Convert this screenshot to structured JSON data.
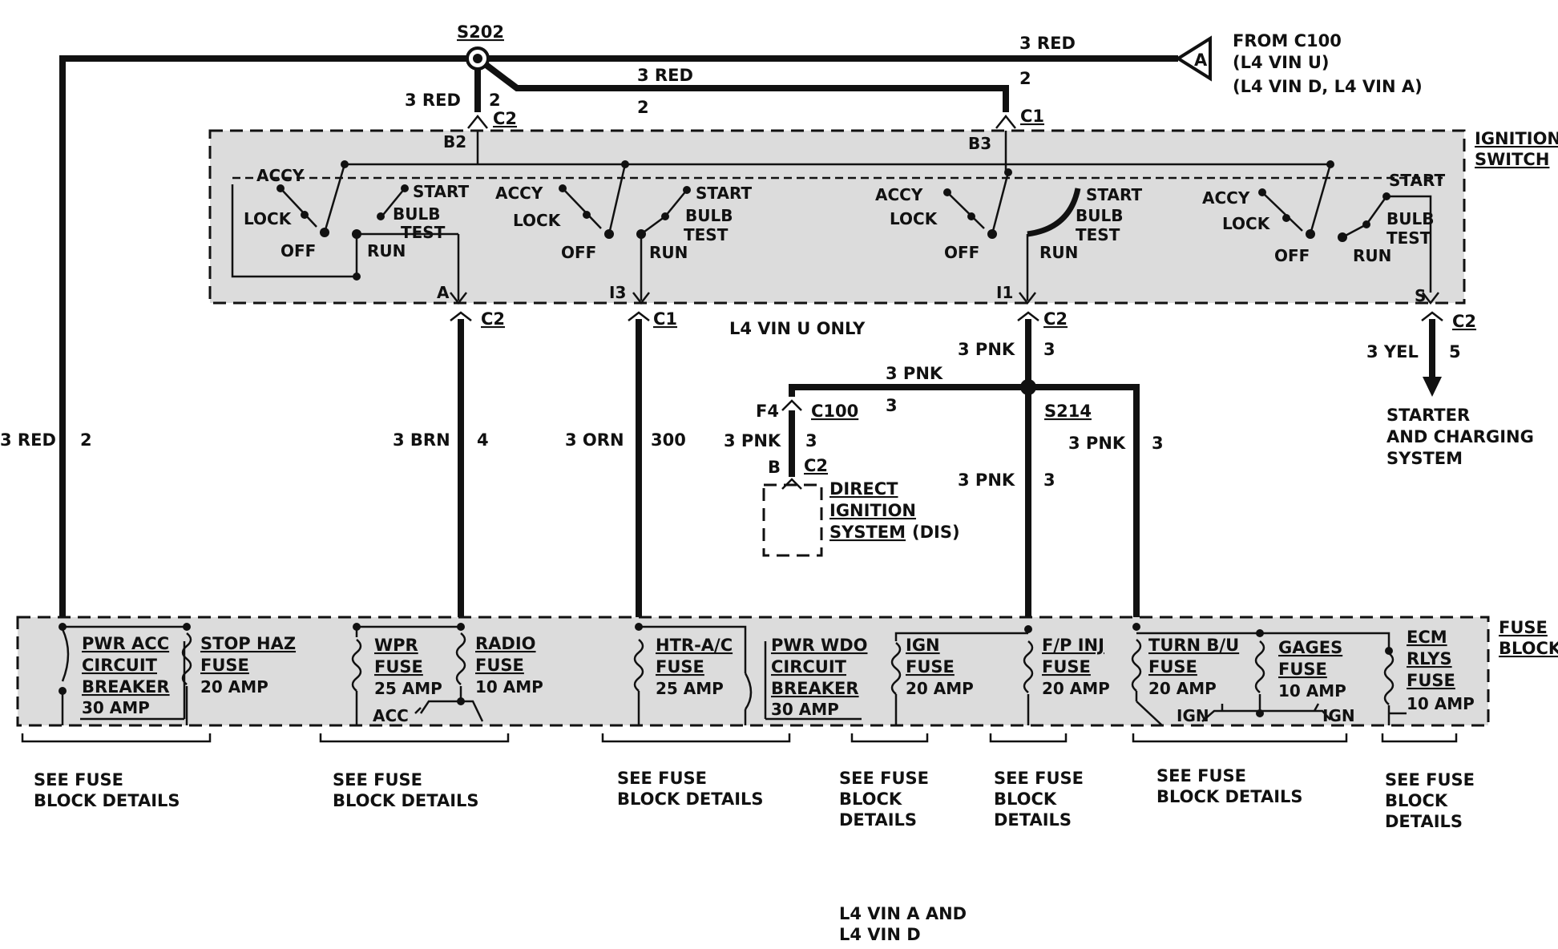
{
  "top": {
    "splice_s202": "S202",
    "red_main": "3 RED",
    "red_main_circuit": "2",
    "red_branch": "3 RED",
    "red_branch_circuit_a": "2",
    "red_branch_circuit_b": "2",
    "red_c2": "3 RED",
    "red_c2_circuit": "2",
    "c2_top": "C2",
    "c1_top": "C1",
    "connector_a": "A",
    "from_c100_1": "FROM C100",
    "from_c100_2": "(L4 VIN U)",
    "from_c100_3": "(L4 VIN D, L4 VIN A)"
  },
  "ignition": {
    "title_1": "IGNITION",
    "title_2": "SWITCH",
    "pin_b2": "B2",
    "pin_b3": "B3",
    "pin_a": "A",
    "pin_i3": "I3",
    "pin_i1": "I1",
    "pin_s": "S",
    "accy": "ACCY",
    "lock": "LOCK",
    "off": "OFF",
    "run": "RUN",
    "start": "START",
    "bulb": "BULB",
    "test": "TEST"
  },
  "wires": {
    "left_red": "3 RED",
    "left_red_circuit": "2",
    "brn": "3 BRN",
    "brn_circuit": "4",
    "orn": "3 ORN",
    "orn_circuit": "300",
    "c2_a": "C2",
    "c1_i3": "C1",
    "c2_i1": "C2",
    "c2_s": "C2",
    "vin_u_only": "L4 VIN U ONLY",
    "pnk_top": "3 PNK",
    "pnk_top_circuit": "3",
    "pnk_horizontal": "3 PNK",
    "pnk_horizontal_circuit": "3",
    "splice_s214": "S214",
    "pnk_left": "3 PNK",
    "pnk_left_circuit": "3",
    "pnk_mid": "3 PNK",
    "pnk_mid_circuit": "3",
    "pnk_right": "3 PNK",
    "pnk_right_circuit": "3",
    "yel": "3 YEL",
    "yel_circuit": "5",
    "f4": "F4",
    "c100": "C100",
    "pin_b": "B",
    "c2_dis": "C2",
    "dis_1": "DIRECT",
    "dis_2": "IGNITION",
    "dis_3": "SYSTEM",
    "dis_4": "(DIS)",
    "starter_1": "STARTER",
    "starter_2": "AND CHARGING",
    "starter_3": "SYSTEM"
  },
  "fuse_block": {
    "title_1": "FUSE",
    "title_2": "BLOCK",
    "pwr_acc_1": "PWR ACC",
    "pwr_acc_2": "CIRCUIT",
    "pwr_acc_3": "BREAKER",
    "pwr_acc_4": "30 AMP",
    "stop_haz_1": "STOP HAZ",
    "stop_haz_2": "FUSE",
    "stop_haz_3": "20 AMP",
    "wpr_1": "WPR",
    "wpr_2": "FUSE",
    "wpr_3": "25 AMP",
    "acc": "ACC",
    "radio_1": "RADIO",
    "radio_2": "FUSE",
    "radio_3": "10 AMP",
    "htr_1": "HTR-A/C",
    "htr_2": "FUSE",
    "htr_3": "25 AMP",
    "pwr_wdo_1": "PWR WDO",
    "pwr_wdo_2": "CIRCUIT",
    "pwr_wdo_3": "BREAKER",
    "pwr_wdo_4": "30 AMP",
    "ign_1": "IGN",
    "ign_2": "FUSE",
    "ign_3": "20 AMP",
    "fp_1": "F/P INJ",
    "fp_2": "FUSE",
    "fp_3": "20 AMP",
    "turn_1": "TURN B/U",
    "turn_2": "FUSE",
    "turn_3": "20 AMP",
    "gages_1": "GAGES",
    "gages_2": "FUSE",
    "gages_3": "10 AMP",
    "ign_sw_1": "IGN",
    "ign_sw_2": "IGN",
    "ecm_1": "ECM",
    "ecm_2": "RLYS",
    "ecm_3": "FUSE",
    "ecm_4": "10 AMP"
  },
  "details": {
    "d1_1": "SEE FUSE",
    "d1_2": "BLOCK DETAILS",
    "d2_1": "SEE FUSE",
    "d2_2": "BLOCK DETAILS",
    "d3_1": "SEE FUSE",
    "d3_2": "BLOCK DETAILS",
    "d4_1": "SEE FUSE",
    "d4_2": "BLOCK",
    "d4_3": "DETAILS",
    "d5_1": "SEE FUSE",
    "d5_2": "BLOCK",
    "d5_3": "DETAILS",
    "d6_1": "SEE FUSE",
    "d6_2": "BLOCK DETAILS",
    "d7_1": "SEE FUSE",
    "d7_2": "BLOCK",
    "d7_3": "DETAILS"
  },
  "footer": {
    "line_1": "L4 VIN A AND",
    "line_2": "L4 VIN D"
  }
}
